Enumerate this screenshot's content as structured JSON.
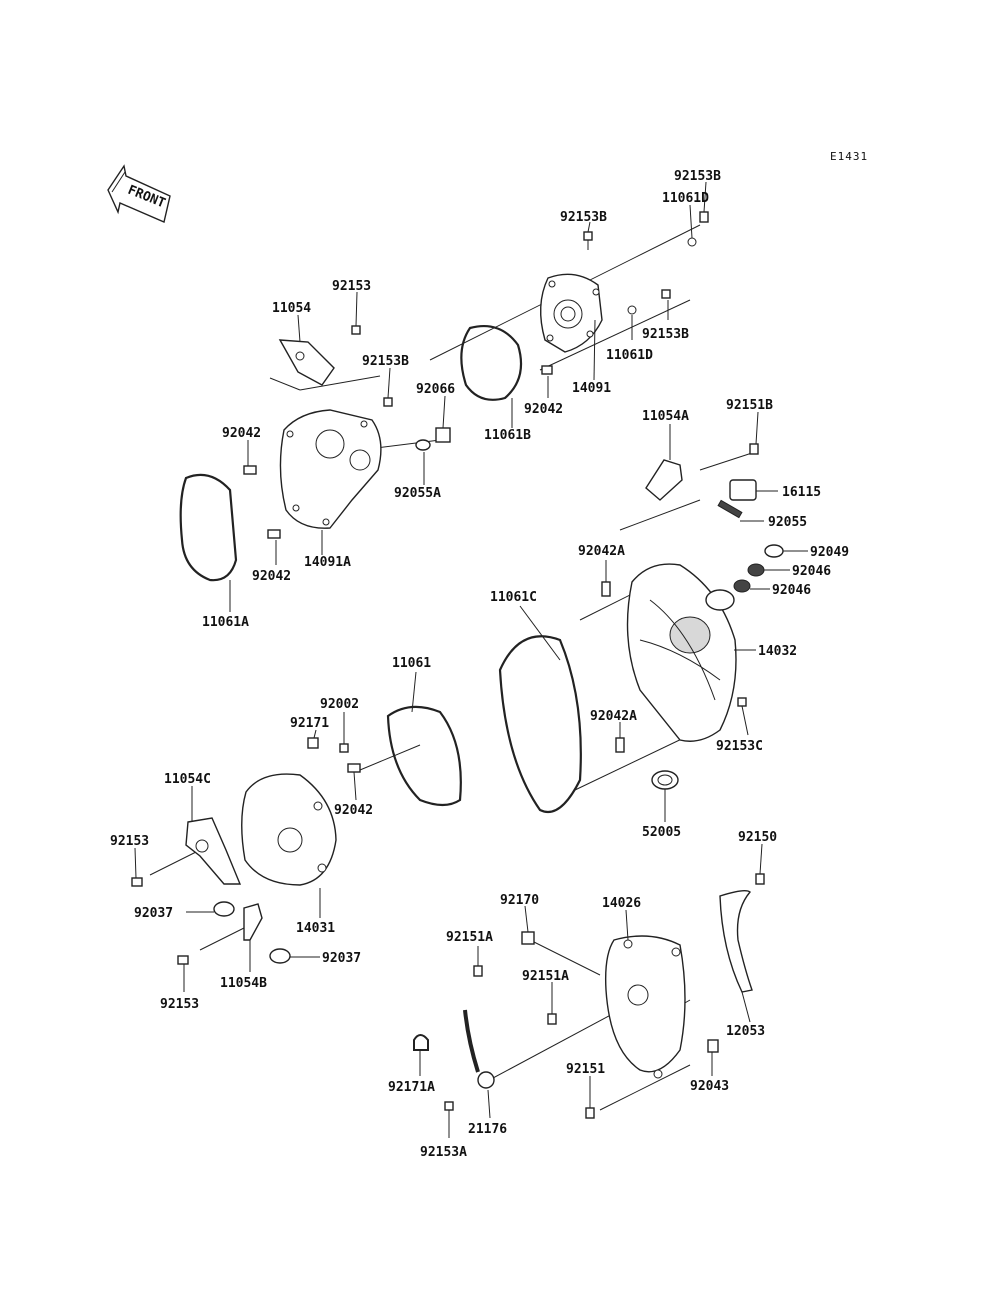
{
  "diagram_code": "E1431",
  "front_arrow_label": "FRONT",
  "labels": {
    "p92153b_a": "92153B",
    "p11061d_a": "11061D",
    "p92153b_b": "92153B",
    "p92153_a": "92153",
    "p11054": "11054",
    "p92153b_c": "92153B",
    "p92153b_d": "92153B",
    "p11061d_b": "11061D",
    "p14091": "14091",
    "p92066": "92066",
    "p92042_a": "92042",
    "p92042_b": "92042",
    "p11061b": "11061B",
    "p92055a": "92055A",
    "p92042_c": "92042",
    "p14091a": "14091A",
    "p11061a": "11061A",
    "p11054a": "11054A",
    "p92151b": "92151B",
    "p16115": "16115",
    "p92055": "92055",
    "p92042a_a": "92042A",
    "p92049": "92049",
    "p92046_a": "92046",
    "p92046_b": "92046",
    "p11061c": "11061C",
    "p14032": "14032",
    "p11061": "11061",
    "p92002": "92002",
    "p92171": "92171",
    "p92042a_b": "92042A",
    "p92153c": "92153C",
    "p11054c": "11054C",
    "p92042_d": "92042",
    "p52005": "52005",
    "p92153_b": "92153",
    "p92150": "92150",
    "p92037_a": "92037",
    "p14031": "14031",
    "p92170": "92170",
    "p14026": "14026",
    "p92151a_a": "92151A",
    "p92037_b": "92037",
    "p11054b": "11054B",
    "p92151a_b": "92151A",
    "p92153_c": "92153",
    "p12053": "12053",
    "p92151": "92151",
    "p92043": "92043",
    "p92171a": "92171A",
    "p21176": "21176",
    "p92153a": "92153A"
  }
}
